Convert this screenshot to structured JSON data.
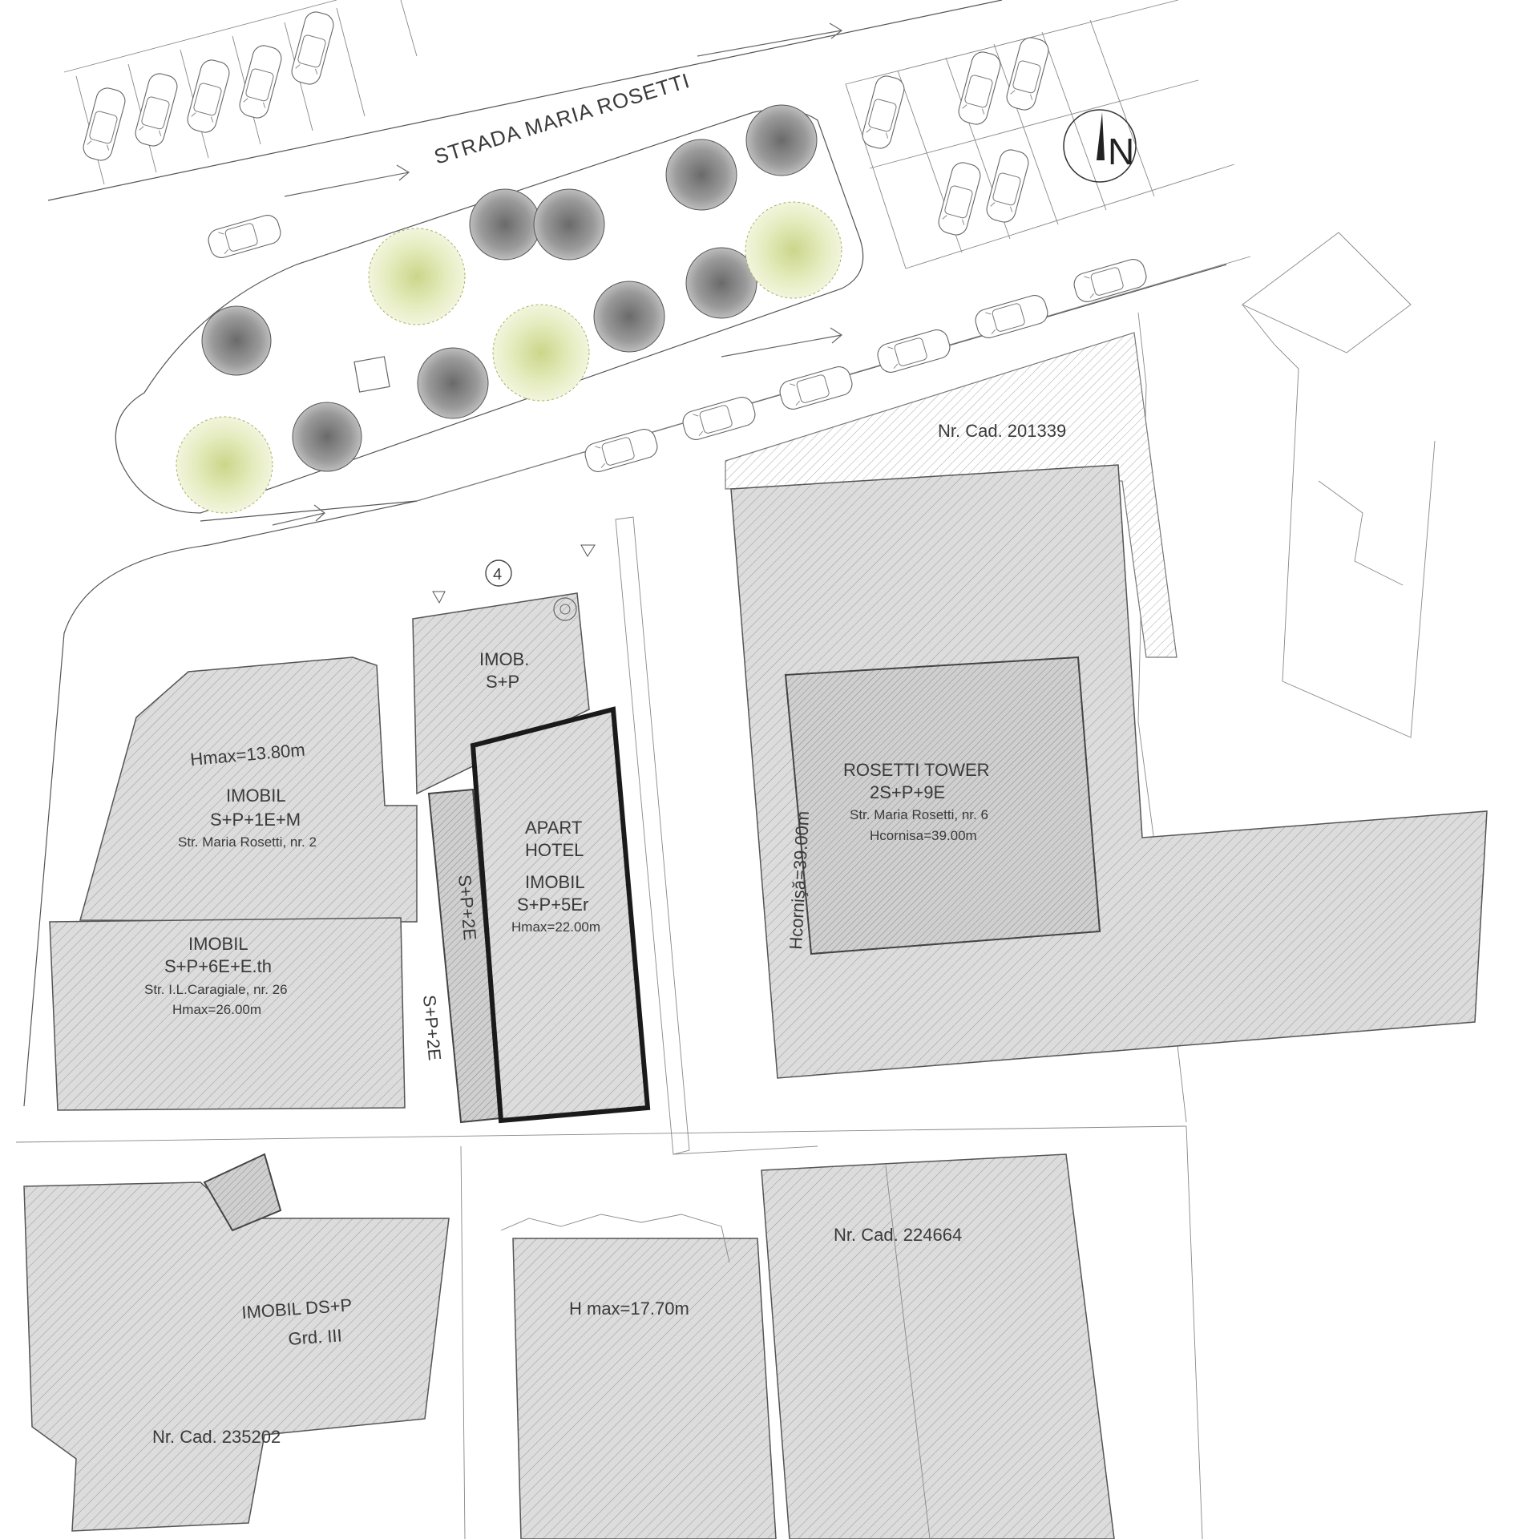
{
  "street": {
    "name": "STRADA MARIA ROSETTI"
  },
  "compass": {
    "letter": "N"
  },
  "marker": {
    "number": "4"
  },
  "cadastre": {
    "north": "Nr. Cad. 201339",
    "southwest": "Nr. Cad. 235202",
    "south": "Nr. Cad. 224664"
  },
  "buildings": {
    "imob_sp": {
      "line1": "IMOB.",
      "line2": "S+P"
    },
    "imobil_rosetti2": {
      "height": "Hmax=13.80m",
      "name": "IMOBIL",
      "levels": "S+P+1E+M",
      "address": "Str. Maria Rosetti, nr. 2"
    },
    "imobil_caragiale": {
      "name": "IMOBIL",
      "levels": "S+P+6E+E.th",
      "address": "Str. I.L.Caragiale, nr. 26",
      "height": "Hmax=26.00m"
    },
    "annex_a": {
      "levels": "S+P+2E"
    },
    "annex_b": {
      "levels": "S+P+2E"
    },
    "apart_hotel": {
      "line1": "APART",
      "line2": "HOTEL",
      "name": "IMOBIL",
      "levels": "S+P+5Er",
      "height": "Hmax=22.00m"
    },
    "rosetti_tower": {
      "name": "ROSETTI TOWER",
      "levels": "2S+P+9E",
      "address": "Str. Maria Rosetti, nr. 6",
      "height": "Hcornisa=39.00m",
      "side_height": "Hcornişă=39.00m"
    },
    "imobil_dsp": {
      "name": "IMOBIL DS+P",
      "grade": "Grd. III"
    },
    "south_block": {
      "height": "H max=17.70m"
    }
  }
}
